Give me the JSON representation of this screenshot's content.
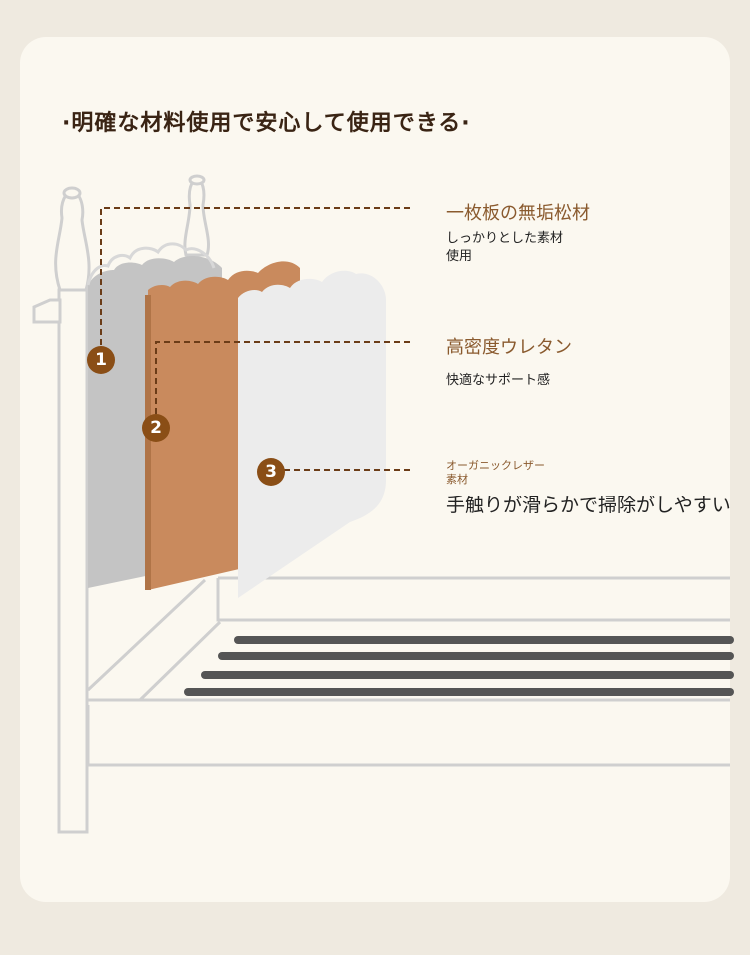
{
  "title": "·明確な材料使用で安心して使用できる·",
  "colors": {
    "background": "#efeae0",
    "card": "#fbf8f0",
    "accent": "#8a4e16",
    "label_title": "#8a5a2e",
    "orange_layer": "#c98a5d",
    "gray_layer": "#c4c4c4",
    "white_layer": "#ececec",
    "slats": "#555555"
  },
  "callouts": [
    {
      "number": "1",
      "title": "一枚板の無垢松材",
      "description": "しっかりとした素材\n使用"
    },
    {
      "number": "2",
      "title": "高密度ウレタン",
      "description": "快適なサポート感"
    },
    {
      "number": "3",
      "title": "オーガニックレザー\n素材",
      "description": "手触りが滑らかで掃除がしやすい"
    }
  ]
}
